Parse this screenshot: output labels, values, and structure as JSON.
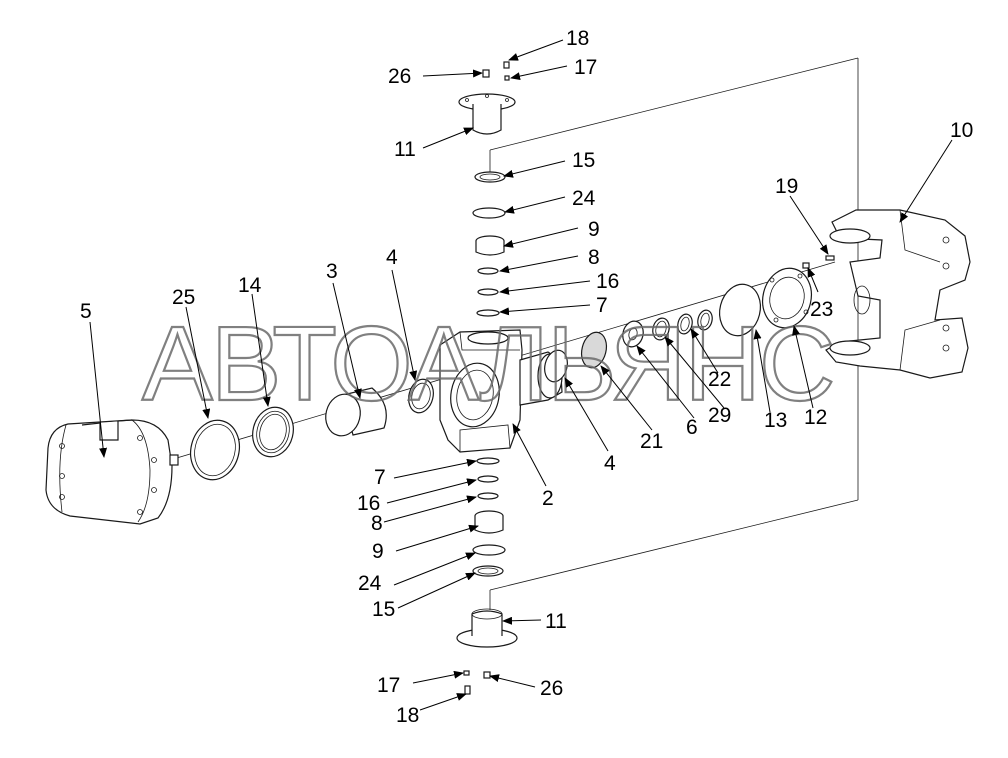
{
  "watermark": "АВТОАЛЬЯНС",
  "labels": {
    "l18_top": "18",
    "l17_top": "17",
    "l26_top": "26",
    "l11_top": "11",
    "l15_top": "15",
    "l24_top": "24",
    "l9_top": "9",
    "l8_top": "8",
    "l16_top": "16",
    "l7_top": "7",
    "l10": "10",
    "l19": "19",
    "l23": "23",
    "l5": "5",
    "l25": "25",
    "l14": "14",
    "l3": "3",
    "l4_top": "4",
    "l22": "22",
    "l29": "29",
    "l13": "13",
    "l12": "12",
    "l21": "21",
    "l6": "6",
    "l4_bottom": "4",
    "l2": "2",
    "l7_bottom": "7",
    "l16_bottom": "16",
    "l8_bottom": "8",
    "l9_bottom": "9",
    "l24_bottom": "24",
    "l15_bottom": "15",
    "l11_bottom": "11",
    "l17_bottom": "17",
    "l26_bottom": "26",
    "l18_bottom": "18"
  }
}
